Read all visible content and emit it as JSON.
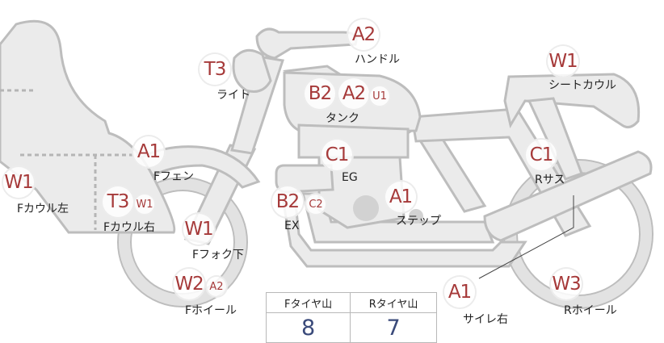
{
  "colors": {
    "badge_text": "#a63a3a",
    "value_text": "#3a4a7a",
    "part_fill": "#ebebeb",
    "part_stroke": "#bdbdbd"
  },
  "parts": [
    {
      "id": "handle",
      "label": "ハンドル",
      "badges": [
        {
          "code": "A2",
          "size": "lg"
        }
      ]
    },
    {
      "id": "light",
      "label": "ライト",
      "badges": [
        {
          "code": "T3",
          "size": "lg"
        }
      ]
    },
    {
      "id": "tank",
      "label": "タンク",
      "badges": [
        {
          "code": "B2",
          "size": "lg"
        },
        {
          "code": "A2",
          "size": "lg"
        },
        {
          "code": "U1",
          "size": "sm"
        }
      ]
    },
    {
      "id": "seat-cowl",
      "label": "シートカウル",
      "badges": [
        {
          "code": "W1",
          "size": "lg"
        }
      ]
    },
    {
      "id": "f-fender",
      "label": "Fフェン",
      "badges": [
        {
          "code": "A1",
          "size": "lg"
        }
      ]
    },
    {
      "id": "engine",
      "label": "EG",
      "badges": [
        {
          "code": "C1",
          "size": "lg"
        }
      ]
    },
    {
      "id": "r-suspension",
      "label": "Rサス",
      "badges": [
        {
          "code": "C1",
          "size": "lg"
        }
      ]
    },
    {
      "id": "f-cowl-left",
      "label": "Fカウル左",
      "badges": [
        {
          "code": "W1",
          "size": "lg"
        }
      ]
    },
    {
      "id": "f-cowl-right",
      "label": "Fカウル右",
      "badges": [
        {
          "code": "T3",
          "size": "lg"
        },
        {
          "code": "W1",
          "size": "sm"
        }
      ]
    },
    {
      "id": "exhaust",
      "label": "EX",
      "badges": [
        {
          "code": "B2",
          "size": "lg"
        },
        {
          "code": "C2",
          "size": "sm"
        }
      ]
    },
    {
      "id": "step",
      "label": "ステップ",
      "badges": [
        {
          "code": "A1",
          "size": "lg"
        }
      ]
    },
    {
      "id": "f-fork-lower",
      "label": "Fフォク下",
      "badges": [
        {
          "code": "W1",
          "size": "lg"
        }
      ]
    },
    {
      "id": "f-wheel",
      "label": "Fホイール",
      "badges": [
        {
          "code": "W2",
          "size": "lg"
        },
        {
          "code": "A2",
          "size": "sm"
        }
      ]
    },
    {
      "id": "silencer-right",
      "label": "サイレ右",
      "badges": [
        {
          "code": "A1",
          "size": "lg"
        }
      ]
    },
    {
      "id": "r-wheel",
      "label": "Rホイール",
      "badges": [
        {
          "code": "W3",
          "size": "lg"
        }
      ]
    }
  ],
  "tread": {
    "front_header": "Fタイヤ山",
    "rear_header": "Rタイヤ山",
    "front_value": "8",
    "rear_value": "7"
  }
}
